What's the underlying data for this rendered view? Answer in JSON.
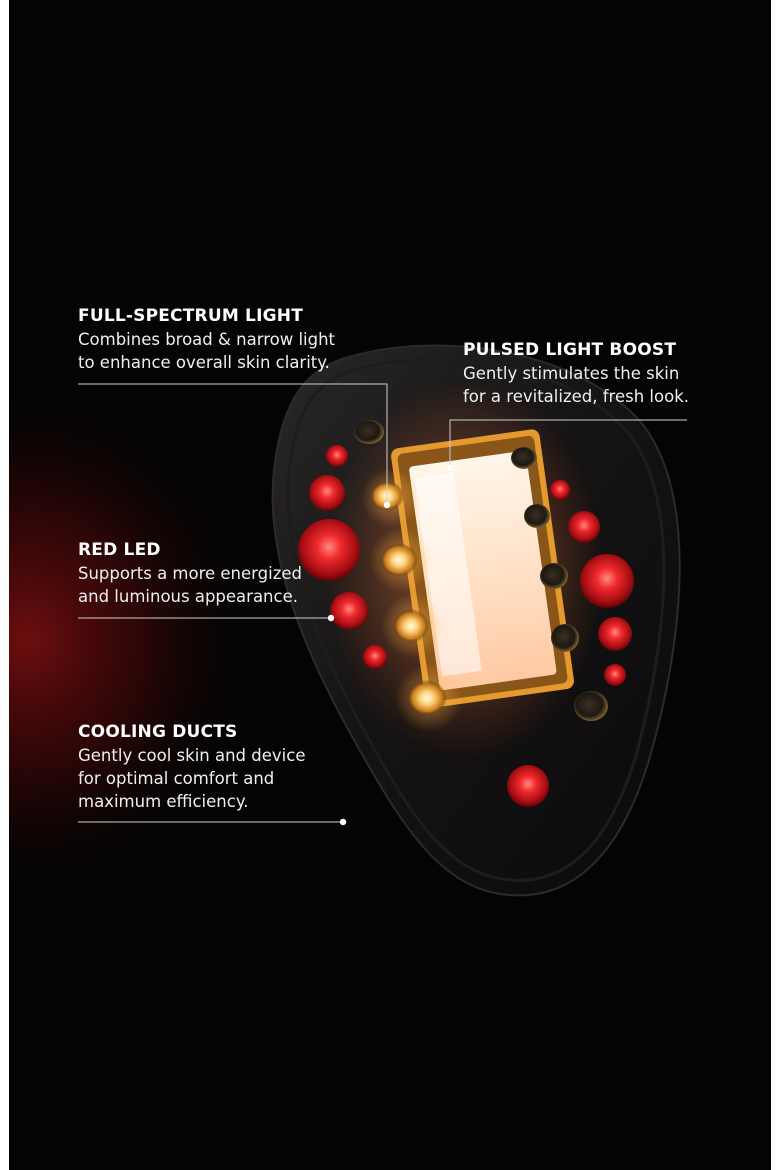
{
  "callouts": {
    "full_spectrum": {
      "title": "FULL-SPECTRUM LIGHT",
      "lines": [
        "Combines broad & narrow light",
        "to enhance overall skin clarity."
      ]
    },
    "pulsed_boost": {
      "title": "PULSED LIGHT BOOST",
      "lines": [
        "Gently stimulates the skin",
        "for a revitalized, fresh look."
      ]
    },
    "red_led": {
      "title": "RED LED",
      "lines": [
        "Supports a more energized",
        "and luminous appearance."
      ]
    },
    "cooling_ducts": {
      "title": "COOLING DUCTS",
      "lines": [
        "Gently cool skin and device",
        "for optimal comfort and",
        "maximum efficiency."
      ]
    }
  },
  "colors": {
    "background": "#040404",
    "device_body": "#141212",
    "red_led": "#e0252b",
    "amber_led": "#ffb545",
    "window_frame": "#e49a2f",
    "leader_line": "#cfcfcf"
  }
}
